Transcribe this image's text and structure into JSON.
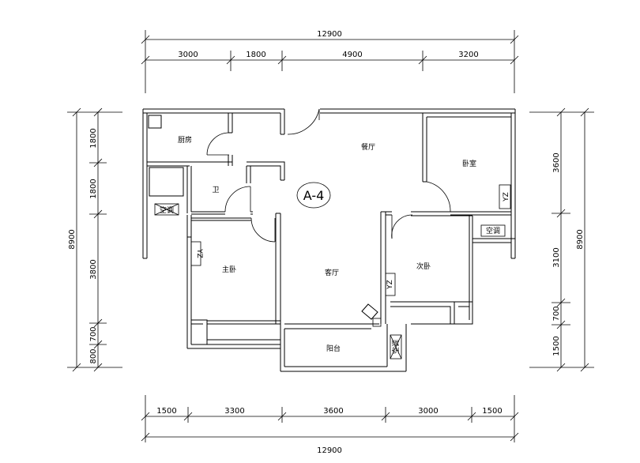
{
  "dimensions": {
    "top_total": "12900",
    "top_segments": [
      "3000",
      "1800",
      "4900",
      "3200"
    ],
    "bottom_total": "12900",
    "bottom_segments": [
      "1500",
      "3300",
      "3600",
      "3000",
      "1500"
    ],
    "left_total": "8900",
    "left_segments": [
      "1800",
      "1800",
      "3800",
      "700",
      "800"
    ],
    "right_total": "8900",
    "right_segments": [
      "3600",
      "3100",
      "700",
      "1500"
    ]
  },
  "rooms": {
    "kitchen": "厨房",
    "dining": "餐厅",
    "bedroom": "卧室",
    "bathroom": "卫",
    "master_bedroom": "主卧",
    "living_room": "客厅",
    "second_bedroom": "次卧",
    "balcony": "阳台"
  },
  "unit_label": "A-4",
  "fixtures": {
    "ac_left": "空调",
    "ac_right": "空调",
    "ac_bottom": "空调",
    "wardrobe_tag": "YZ"
  }
}
